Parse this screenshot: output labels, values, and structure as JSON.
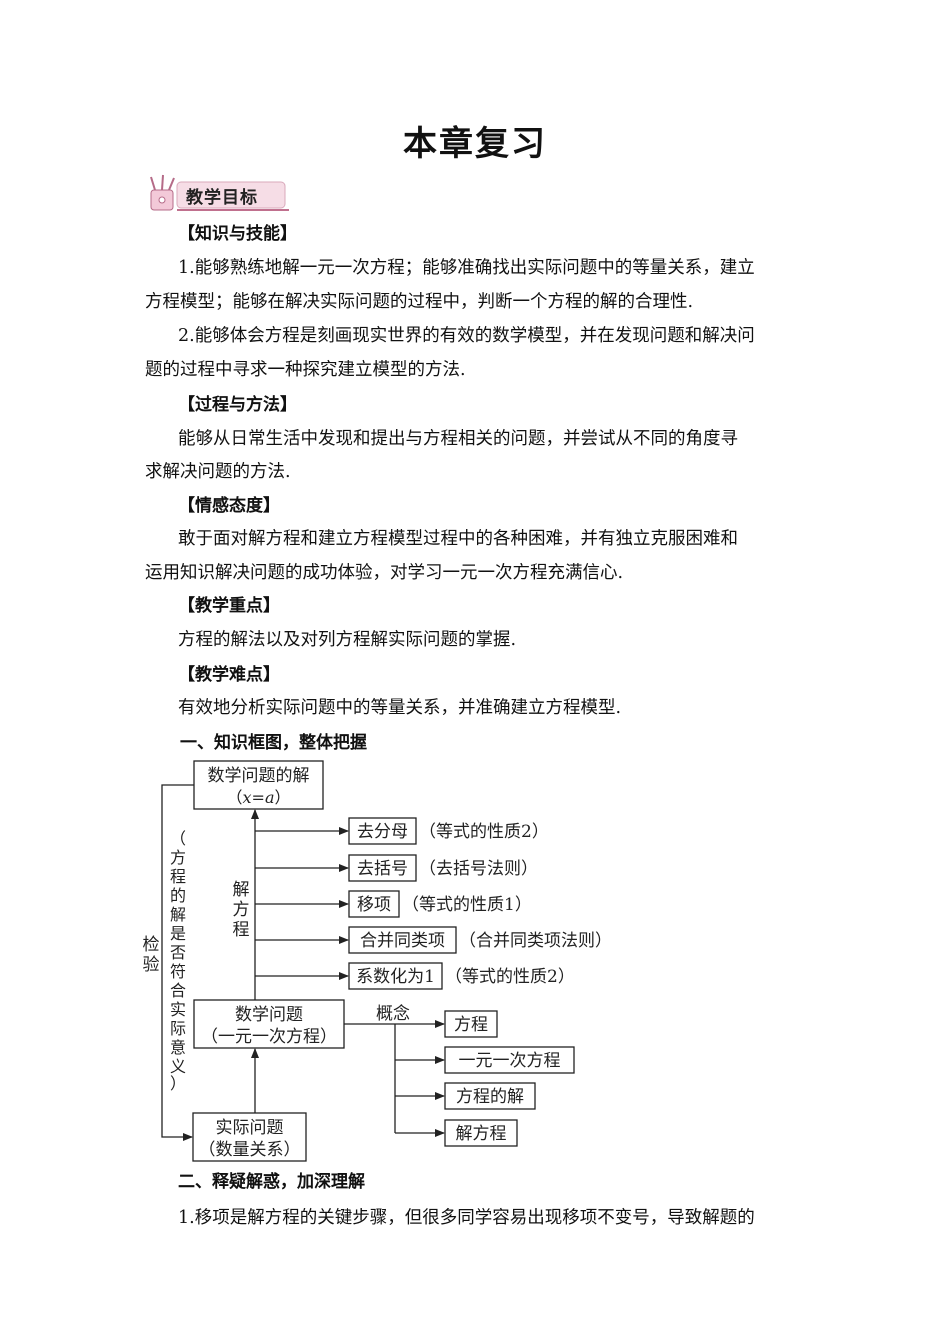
{
  "title": "本章复习",
  "banner": "教学目标",
  "sections": {
    "knowledge_heading": "【知识与技能】",
    "k1_line1": "1.能够熟练地解一元一次方程；能够准确找出实际问题中的等量关系，建立",
    "k1_line2": "方程模型；能够在解决实际问题的过程中，判断一个方程的解的合理性.",
    "k2_line1": "2.能够体会方程是刻画现实世界的有效的数学模型，并在发现问题和解决问",
    "k2_line2": "题的过程中寻求一种探究建立模型的方法.",
    "process_heading": "【过程与方法】",
    "p_line1": "能够从日常生活中发现和提出与方程相关的问题，并尝试从不同的角度寻",
    "p_line2": "求解决问题的方法.",
    "emotion_heading": "【情感态度】",
    "e_line1": "敢于面对解方程和建立方程模型过程中的各种困难，并有独立克服困难和",
    "e_line2": "运用知识解决问题的成功体验，对学习一元一次方程充满信心.",
    "key_heading": "【教学重点】",
    "key_line": "方程的解法以及对列方程解实际问题的掌握.",
    "difficulty_heading": "【教学难点】",
    "difficulty_line": "有效地分析实际问题中的等量关系，并准确建立方程模型.",
    "part1_heading": "一、知识框图，整体把握",
    "part2_heading": "二、释疑解惑，加深理解",
    "part2_line1": "1.移项是解方程的关键步骤，但很多同学容易出现移项不变号，导致解题的"
  },
  "diagram": {
    "solution_box_line1": "数学问题的解",
    "solution_box_line2_open": "（",
    "solution_box_line2_x": "x",
    "solution_box_line2_eq": "=",
    "solution_box_line2_a": "a",
    "solution_box_line2_close": "）",
    "steps": [
      {
        "label": "去分母",
        "note": "（等式的性质2）"
      },
      {
        "label": "去括号",
        "note": "（去括号法则）"
      },
      {
        "label": "移项",
        "note": "（等式的性质1）"
      },
      {
        "label": "合并同类项",
        "note": "（合并同类项法则）"
      },
      {
        "label": "系数化为1",
        "note": "（等式的性质2）"
      }
    ],
    "solve_label": [
      "解",
      "方",
      "程"
    ],
    "check_label": [
      "检",
      "验"
    ],
    "check_note": [
      "（",
      "方",
      "程",
      "的",
      "解",
      "是",
      "否",
      "符",
      "合",
      "实",
      "际",
      "意",
      "义",
      "）"
    ],
    "math_problem_line1": "数学问题",
    "math_problem_line2": "（一元一次方程）",
    "concept_label": "概念",
    "concepts": [
      "方程",
      "一元一次方程",
      "方程的解",
      "解方程"
    ],
    "real_problem_line1": "实际问题",
    "real_problem_line2": "（数量关系）"
  }
}
